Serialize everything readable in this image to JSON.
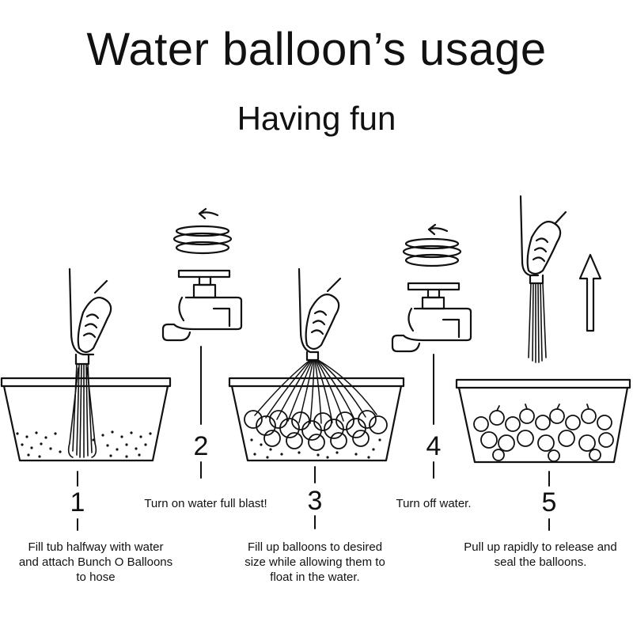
{
  "title": "Water balloon’s usage",
  "subtitle": "Having fun",
  "steps": [
    {
      "number": "1",
      "text": "Fill tub halfway with water\nand attach Bunch O Balloons\nto hose"
    },
    {
      "number": "2",
      "text": "Turn on water full blast!"
    },
    {
      "number": "3",
      "text": "Fill up balloons to desired\nsize while allowing them to\nfloat in the water."
    },
    {
      "number": "4",
      "text": "Turn off water."
    },
    {
      "number": "5",
      "text": "Pull up rapidly to release and\nseal the balloons."
    }
  ]
}
